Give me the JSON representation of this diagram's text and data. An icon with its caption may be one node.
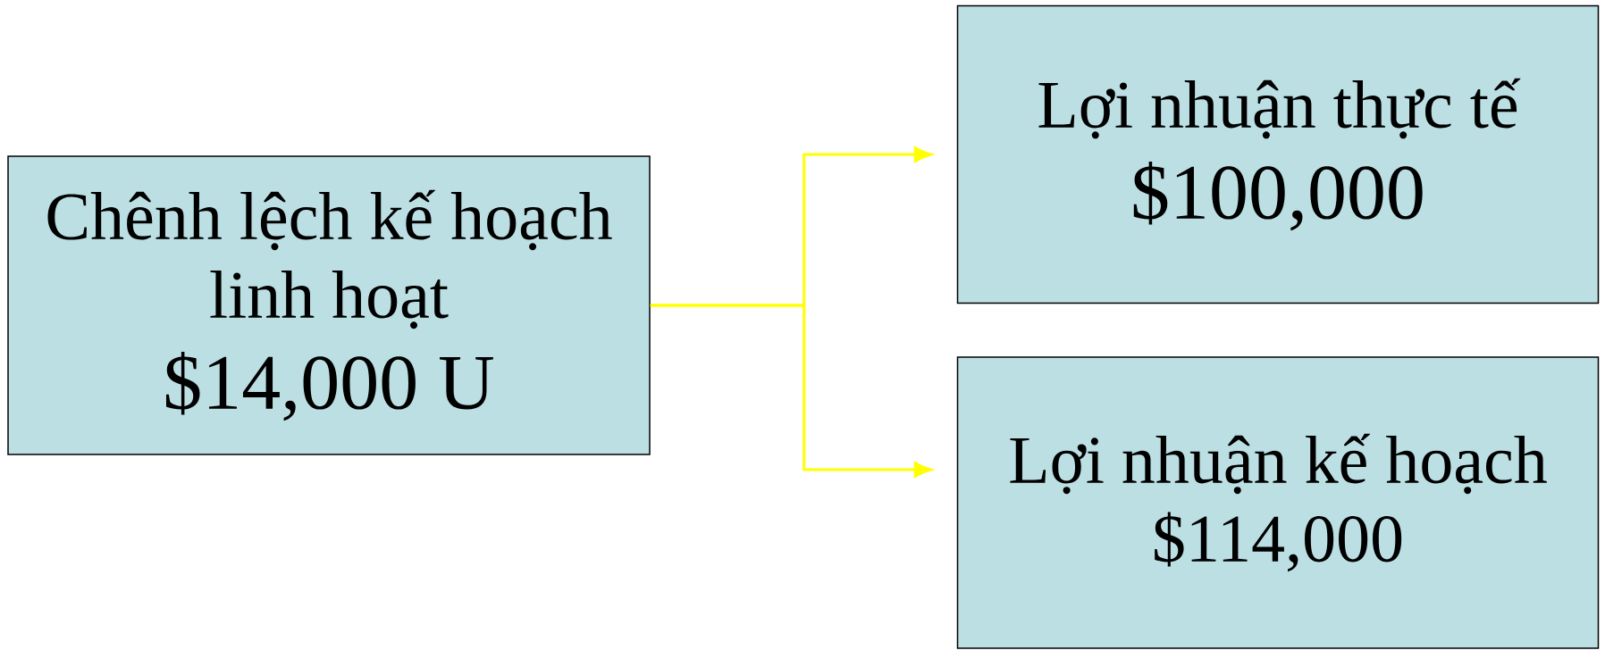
{
  "diagram": {
    "nodes": [
      {
        "text": [
          "Chênh lệch kế hoạch linh hoạt",
          "$14,000 U"
        ]
      },
      {
        "text": [
          "Lợi nhuận thực tế",
          "$100,000"
        ]
      },
      {
        "text": [
          "Lợi nhuận kế hoạch",
          "$114,000"
        ]
      }
    ],
    "edges": [
      {
        "from": 0,
        "to": 1,
        "arrow": "to"
      },
      {
        "from": 0,
        "to": 2,
        "arrow": "to"
      }
    ]
  }
}
